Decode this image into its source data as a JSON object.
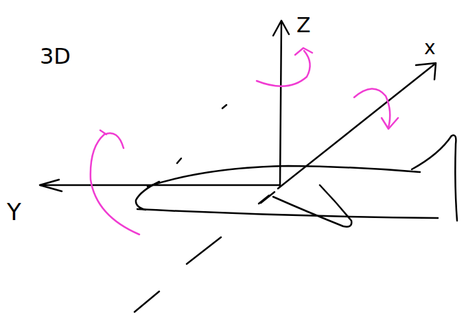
{
  "diagram": {
    "labels": [
      "3D",
      "Z",
      "x",
      "Y"
    ]
  }
}
